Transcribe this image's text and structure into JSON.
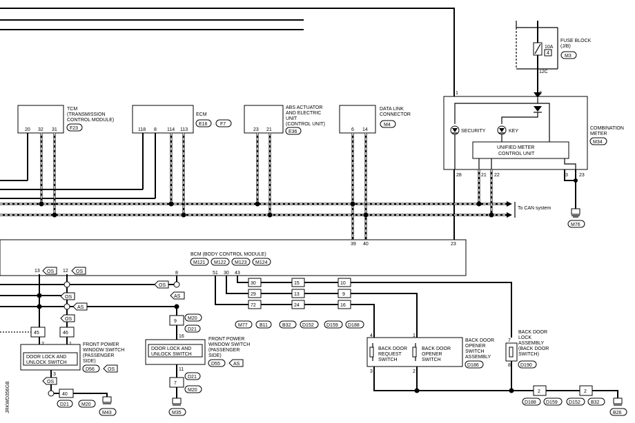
{
  "side_code": "JRKWD356GB",
  "fuse": {
    "label_1": "FUSE BLOCK",
    "label_2": "(J/B)",
    "rating": "10A",
    "number": "4",
    "connector": "M3",
    "terminal": "12C"
  },
  "tcm": {
    "label_1": "TCM",
    "label_2": "(TRANSMISSION",
    "label_3": "CONTROL MODULE)",
    "connector": "F23",
    "pins": [
      "20",
      "32",
      "31"
    ]
  },
  "ecm": {
    "label": "ECM",
    "connectors": [
      "E16",
      "F7"
    ],
    "pins": [
      "118",
      "8",
      "114",
      "113"
    ]
  },
  "abs": {
    "label_1": "ABS ACTUATOR",
    "label_2": "AND ELECTRIC",
    "label_3": "UNIT",
    "label_4": "(CONTROL UNIT)",
    "connector": "E36",
    "pins": [
      "23",
      "21"
    ]
  },
  "dlc": {
    "label_1": "DATA LINK",
    "label_2": "CONNECTOR",
    "connector": "M4",
    "pins": [
      "6",
      "14"
    ]
  },
  "meter": {
    "label_1": "COMBINATION",
    "label_2": "METER",
    "connector": "M34",
    "unit_1": "UNIFIED METER",
    "unit_2": "CONTROL UNIT",
    "security": "SECURITY",
    "key": "KEY",
    "pins": {
      "p1": "1",
      "p2": "2",
      "p28": "28",
      "p21": "21",
      "p22": "22",
      "p3": "3",
      "p23": "23"
    }
  },
  "ground_m76": "M76",
  "can_note": "To CAN system",
  "bcm": {
    "label": "BCM (BODY CONTROL MODULE)",
    "connectors": [
      "M121",
      "M122",
      "M123",
      "M124"
    ],
    "pins": {
      "p39": "39",
      "p40": "40",
      "p23": "23",
      "p8": "8",
      "p51": "51",
      "p30": "30",
      "p43": "43"
    }
  },
  "harness": {
    "c1": [
      "30",
      "29",
      "72"
    ],
    "c2": [
      "15",
      "13",
      "24"
    ],
    "c3": [
      "10",
      "9",
      "16"
    ],
    "conns": [
      "M77",
      "B11",
      "B32",
      "D152",
      "D159",
      "D188"
    ]
  },
  "os_tags": {
    "t13": "13",
    "t12": "12",
    "os": "OS",
    "as": "AS"
  },
  "fpws_p": {
    "label_1": "FRONT POWER",
    "label_2": "WINDOW SWITCH",
    "label_3": "(PASSENGER",
    "label_4": "SIDE)",
    "switch_1": "DOOR LOCK AND",
    "switch_2": "UNLOCK SWITCH",
    "connector": "D56",
    "tag": "OS",
    "pins": {
      "p45": "45",
      "p46": "46",
      "p2": "2",
      "p1": "1",
      "p3": "3",
      "p40": "40"
    },
    "conns": [
      "D21",
      "M20"
    ],
    "ground": "M43"
  },
  "fpws_c": {
    "label_1": "FRONT POWER",
    "label_2": "WINDOW SWITCH",
    "label_3": "(PASSENGER",
    "label_4": "SIDE)",
    "switch_1": "DOOR LOCK AND",
    "switch_2": "UNLOCK SWITCH",
    "connector": "D55",
    "tag": "AS",
    "pins": {
      "p9": "9",
      "p16": "16",
      "p11": "11",
      "p7": "7"
    },
    "conns": {
      "top_1": "M20",
      "top_2": "D21",
      "bot_1": "D21",
      "bot_2": "M20"
    },
    "ground": "M35"
  },
  "bdo": {
    "label_1": "BACK DOOR",
    "label_2": "OPENER",
    "label_3": "SWITCH",
    "label_4": "ASSEMBLY",
    "connector": "D186",
    "req_1": "BACK DOOR",
    "req_2": "REQUEST",
    "req_3": "SWITCH",
    "op_1": "BACK DOOR",
    "op_2": "OPENER",
    "op_3": "SWITCH",
    "pins": {
      "p4": "4",
      "p1": "1",
      "p3": "3",
      "p2": "2"
    }
  },
  "bdl": {
    "label_1": "BACK DOOR",
    "label_2": "LOCK",
    "label_3": "ASSEMBLY",
    "label_4": "(BACK DOOR",
    "label_5": "SWITCH)",
    "connector": "D190",
    "pins": {
      "p7": "7",
      "p8": "8"
    }
  },
  "gnd_chain": {
    "pin_a": "2",
    "pin_b": "2",
    "conns": [
      "D188",
      "D159",
      "D152",
      "B32"
    ],
    "ground": "B26"
  }
}
